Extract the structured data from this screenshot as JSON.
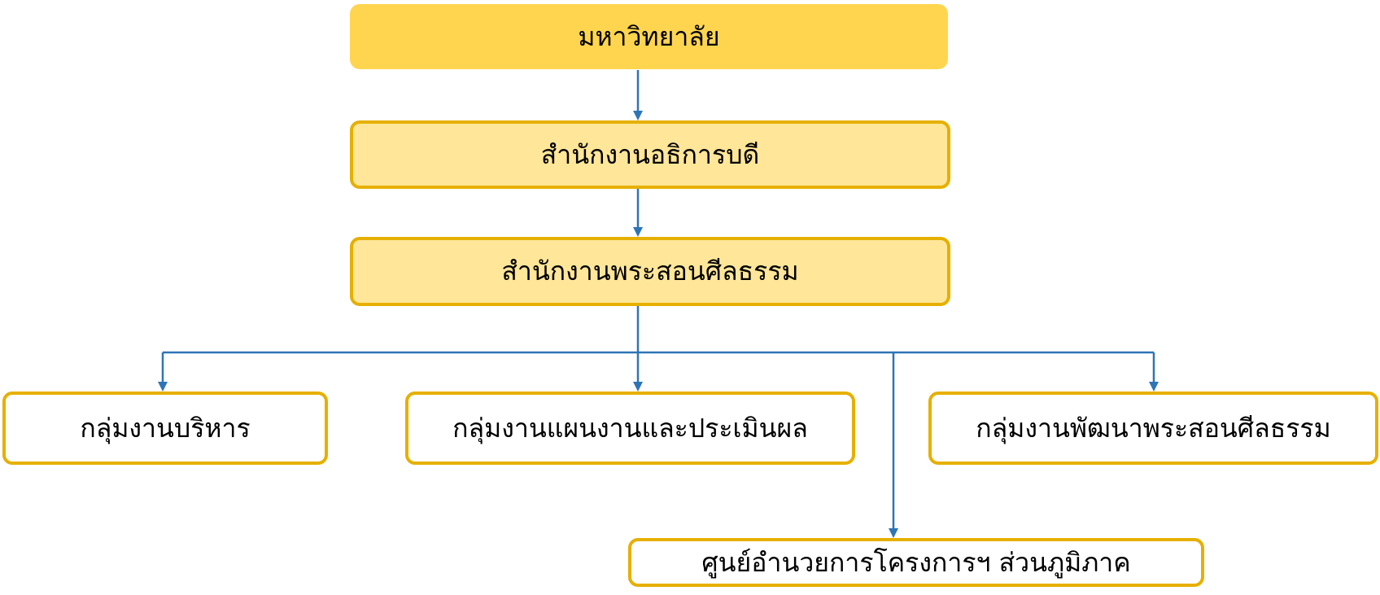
{
  "nodes": {
    "university": "มหาวิทยาลัย",
    "rector_office": "สำนักงานอธิการบดี",
    "buddhism_office": "สำนักงานพระสอนศีลธรรม",
    "admin_group": "กลุ่มงานบริหาร",
    "planning_group": "กลุ่มงานแผนงานและประเมินผล",
    "development_group": "กลุ่มงานพัฒนาพระสอนศีลธรรม",
    "regional_center": "ศูนย์อำนวยการโครงการฯ ส่วนภูมิภาค"
  },
  "colors": {
    "connector": "#2e75b6",
    "border": "#e6b000",
    "top_fill": "#ffd54f",
    "mid_fill": "#ffe699"
  }
}
